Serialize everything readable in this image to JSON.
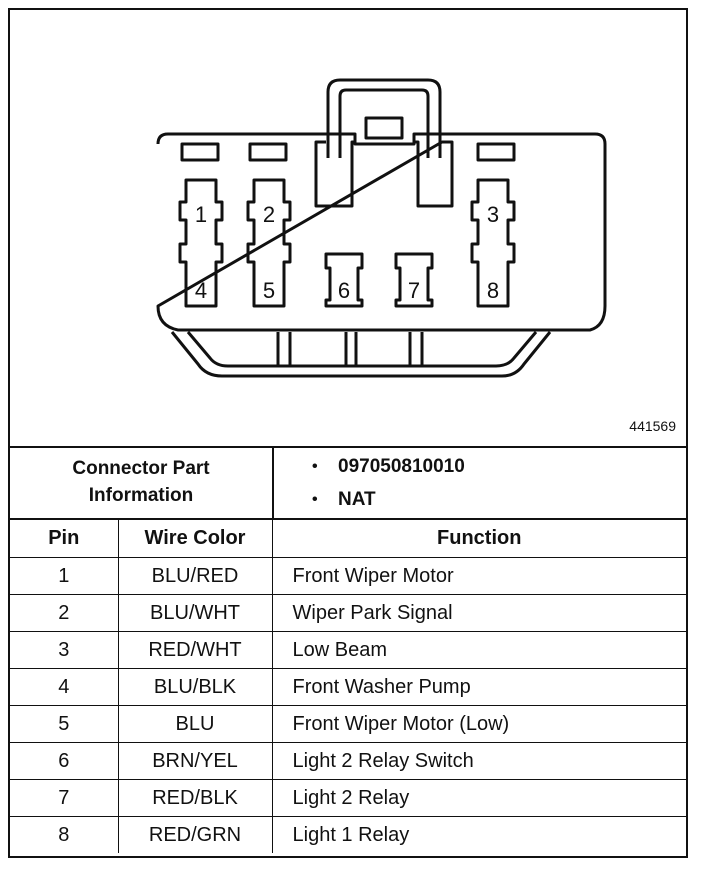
{
  "figure_id": "441569",
  "connector_info": {
    "label_line1": "Connector Part",
    "label_line2": "Information",
    "items": [
      "097050810010",
      "NAT"
    ]
  },
  "pin_labels": [
    "1",
    "2",
    "3",
    "4",
    "5",
    "6",
    "7",
    "8"
  ],
  "table": {
    "headers": {
      "pin": "Pin",
      "wire_color": "Wire Color",
      "function": "Function"
    },
    "rows": [
      {
        "pin": "1",
        "wire_color": "BLU/RED",
        "function": "Front Wiper Motor"
      },
      {
        "pin": "2",
        "wire_color": "BLU/WHT",
        "function": "Wiper Park Signal"
      },
      {
        "pin": "3",
        "wire_color": "RED/WHT",
        "function": "Low Beam"
      },
      {
        "pin": "4",
        "wire_color": "BLU/BLK",
        "function": "Front Washer Pump"
      },
      {
        "pin": "5",
        "wire_color": "BLU",
        "function": "Front Wiper Motor (Low)"
      },
      {
        "pin": "6",
        "wire_color": "BRN/YEL",
        "function": "Light 2 Relay Switch"
      },
      {
        "pin": "7",
        "wire_color": "RED/BLK",
        "function": "Light 2 Relay"
      },
      {
        "pin": "8",
        "wire_color": "RED/GRN",
        "function": "Light 1 Relay"
      }
    ]
  }
}
